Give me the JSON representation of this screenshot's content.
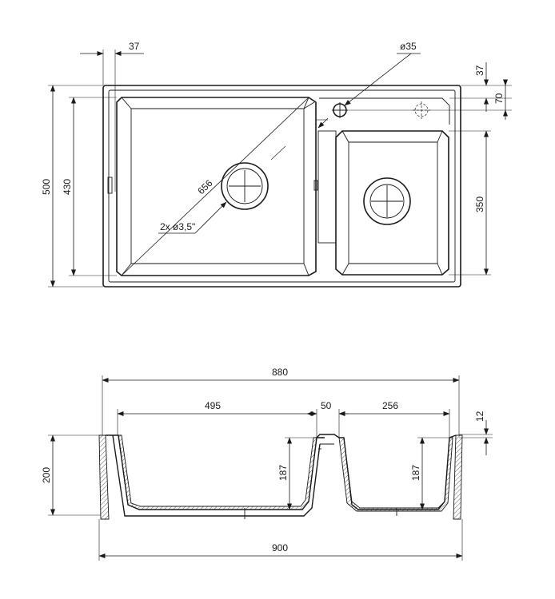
{
  "top_view": {
    "dim_overhang": "37",
    "dim_hole": "ø35",
    "dim_top_offset": "37",
    "dim_tap_offset": "70",
    "dim_depth_total": "500",
    "dim_bowl_height": "430",
    "dim_small_bowl_height": "350",
    "dim_diagonal": "656",
    "dim_drain": "2x ø3,5\""
  },
  "section_view": {
    "dim_top_width": "880",
    "dim_big_bowl": "495",
    "dim_divider": "50",
    "dim_small_bowl": "256",
    "dim_rim": "12",
    "dim_height": "200",
    "dim_big_depth": "187",
    "dim_small_depth": "187",
    "dim_total_width": "900"
  }
}
